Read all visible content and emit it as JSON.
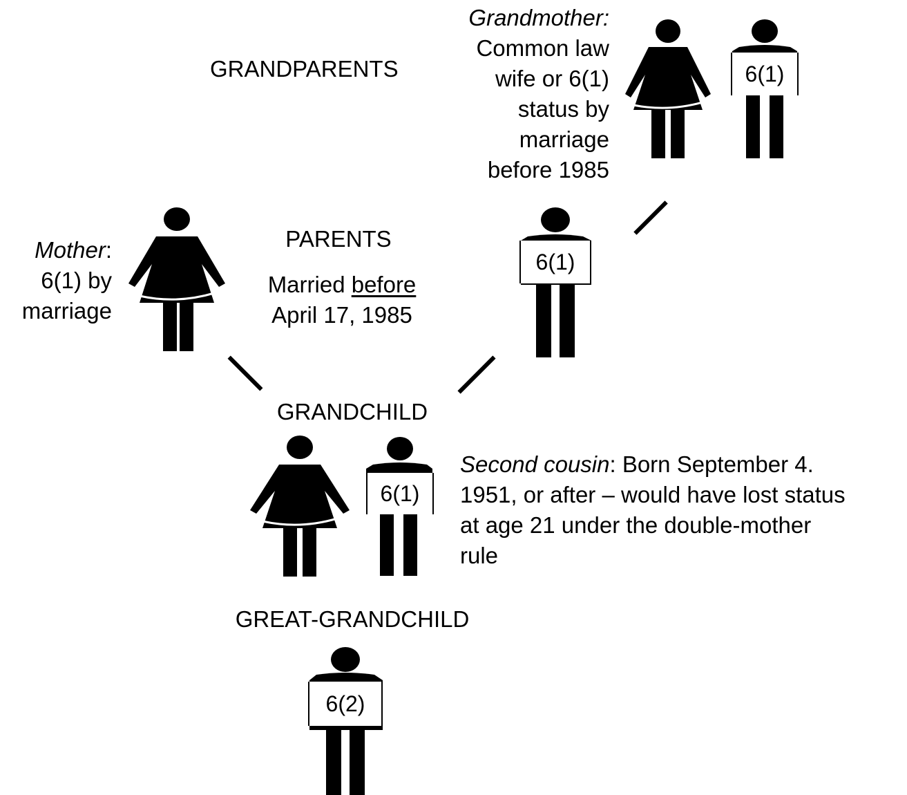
{
  "generations": {
    "grandparents": "GRANDPARENTS",
    "parents": "PARENTS",
    "grandchild": "GRANDCHILD",
    "great_grandchild": "GREAT-GRANDCHILD"
  },
  "grandmother_note": {
    "role": "Grandmother:",
    "lines": [
      "Common law",
      "wife or 6(1)",
      "status by",
      "marriage",
      "before 1985"
    ]
  },
  "mother_note": {
    "role": "Mother",
    "role_suffix": ":",
    "lines": [
      "6(1) by",
      "marriage"
    ]
  },
  "parents_note": {
    "line1_prefix": "Married ",
    "line1_emph": "before",
    "line2": "April 17, 1985"
  },
  "cousin_note": {
    "role": "Second cousin",
    "line1_rest": ": Born September 4.",
    "lines": [
      "1951, or after – would have lost status",
      "at age 21 under the double-mother",
      "rule"
    ]
  },
  "badges": {
    "grandfather": "6(1)",
    "father": "6(1)",
    "grandchild_male": "6(1)",
    "great_grandchild": "6(2)"
  }
}
